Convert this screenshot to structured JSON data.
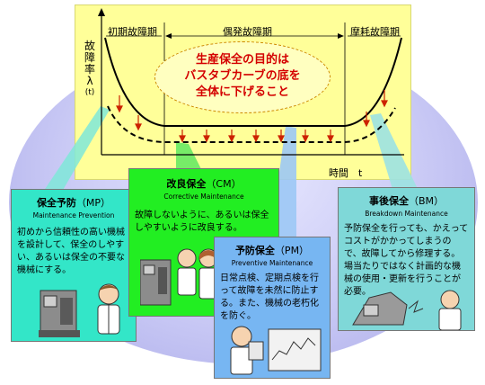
{
  "chart": {
    "y_axis_label": [
      "故",
      "障",
      "率",
      "λ",
      "(t)"
    ],
    "x_axis_label": "時間　t",
    "periods": {
      "early": "初期故障期",
      "random": "偶発故障期",
      "wearout": "摩耗故障期"
    },
    "goal_lines": [
      "生産保全の目的は",
      "バスタブカーブの底を",
      "全体に下げること"
    ]
  },
  "boxes": {
    "mp": {
      "title": "保全予防",
      "acronym": "（MP）",
      "subtitle": "Maintenance Prevention",
      "text": "初めから信頼性の高い機械を設計して、保全のしやすい、あるいは保全の不要な機械にする。"
    },
    "cm": {
      "title": "改良保全",
      "acronym": "（CM）",
      "subtitle": "Corrective Maintenance",
      "text": "故障しないように、あるいは保全しやすいように改良する。"
    },
    "pm": {
      "title": "予防保全",
      "acronym": "（PM）",
      "subtitle": "Preventive Maintenance",
      "text": "日常点検、定期点検を行って故障を未然に防止する。また、機械の老朽化を防ぐ。"
    },
    "bm": {
      "title": "事後保全",
      "acronym": "（BM）",
      "subtitle": "Breakdown Maintenance",
      "text": "予防保全を行っても、かえってコストがかかってしまうので、故障してから修理する。場当たりではなく計画的な機械の使用・更新を行うことが必要。"
    }
  },
  "colors": {
    "panel": "#ffff99",
    "curve": "#000000",
    "arrow": "#cc2200",
    "goal_text": "#d40000",
    "mp_bg": "#33e6c8",
    "cm_bg": "#22ee22",
    "pm_bg": "#77b6f2",
    "bm_bg": "#7fd8d8"
  }
}
